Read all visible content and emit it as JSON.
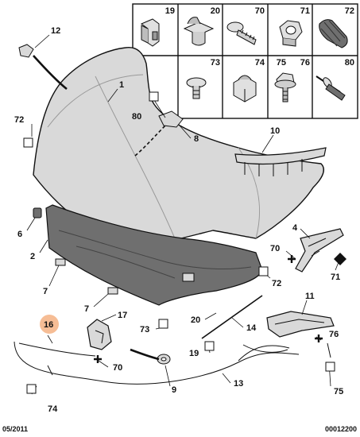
{
  "footer": {
    "date": "05/2011",
    "ref": "00012200"
  },
  "grid": {
    "row1": [
      "19",
      "20",
      "70",
      "71",
      "72"
    ],
    "row2": [
      "73",
      "74",
      "75",
      "76",
      "80"
    ]
  },
  "callouts": {
    "c12": "12",
    "c1": "1",
    "c72a": "72",
    "c80": "80",
    "c8": "8",
    "c10": "10",
    "c6": "6",
    "c2": "2",
    "c4": "4",
    "c70a": "70",
    "c71": "71",
    "c72b": "72",
    "c7a": "7",
    "c7b": "7",
    "c16": "16",
    "c17": "17",
    "c73": "73",
    "c20": "20",
    "c14": "14",
    "c11": "11",
    "c19": "19",
    "c76": "76",
    "c70b": "70",
    "c9": "9",
    "c13": "13",
    "c74": "74",
    "c75": "75"
  },
  "colors": {
    "highlight": "#f4b183",
    "part_fill": "#d9d9d9",
    "dark_fill": "#6f6f6f",
    "line": "#111111"
  }
}
